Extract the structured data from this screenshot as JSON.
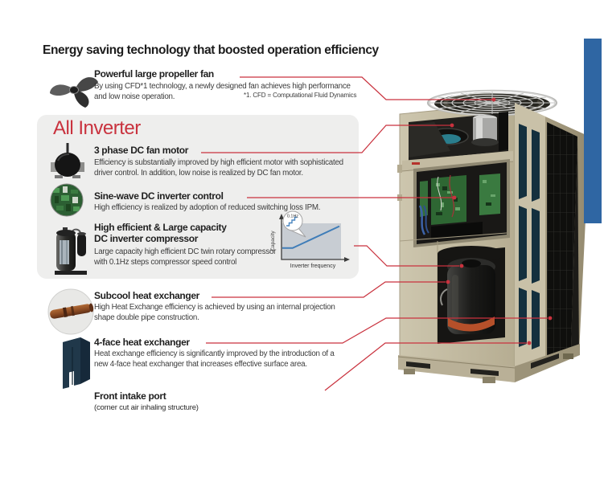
{
  "title": "Energy saving technology that boosted operation efficiency",
  "all_inverter_heading": "All Inverter",
  "features": {
    "propeller_fan": {
      "icon": "propeller-fan-icon",
      "title": "Powerful large propeller fan",
      "body": "By using CFD*1 technology, a newly designed fan achieves high performance\nand low noise operation.",
      "footnote": "*1. CFD = Computational Fluid Dynamics"
    },
    "fan_motor": {
      "icon": "fan-motor-icon",
      "title": "3 phase DC fan motor",
      "body": "Efficiency is substantially improved by high efficient motor with sophisticated\ndriver control. In addition, low noise is realized by DC fan motor."
    },
    "inverter_control": {
      "icon": "pcb-icon",
      "title": "Sine-wave DC inverter control",
      "body": "High efficiency is realized by adoption of reduced switching loss IPM."
    },
    "compressor": {
      "icon": "compressor-icon",
      "title": "High efficient & Large capacity\nDC inverter compressor",
      "body": "Large capacity high efficient DC twin rotary compressor\nwith 0.1Hz steps compressor speed control"
    },
    "subcool": {
      "icon": "copper-pipe-icon",
      "title": "Subcool heat exchanger",
      "body": "High Heat Exchange efficiency is achieved by using an internal projection\nshape double pipe construction."
    },
    "four_face": {
      "icon": "heat-exchanger-icon",
      "title": "4-face heat exchanger",
      "body": "Heat exchange efficiency is significantly improved by the introduction of a\nnew 4-face heat exchanger that increases effective surface area."
    },
    "front_intake": {
      "title": "Front intake port",
      "suffix": "(corner cut air inhaling structure)"
    }
  },
  "chart_data": {
    "type": "line",
    "title": "",
    "xlabel": "Inverter frequency",
    "ylabel": "Capacity",
    "callout": "0.1Hz",
    "x": [
      0,
      0.18,
      1
    ],
    "y": [
      0.28,
      0.28,
      0.96
    ],
    "xlim": [
      0,
      1
    ],
    "ylim": [
      0,
      1
    ],
    "grid": false,
    "axis_ticks": []
  },
  "colors": {
    "accent_red": "#c9323e",
    "brand_blue": "#2f66a3",
    "panel_gray": "#eeeeed",
    "chart_line_blue": "#3f7db8",
    "cabinet_beige": "#c6bfa7"
  }
}
